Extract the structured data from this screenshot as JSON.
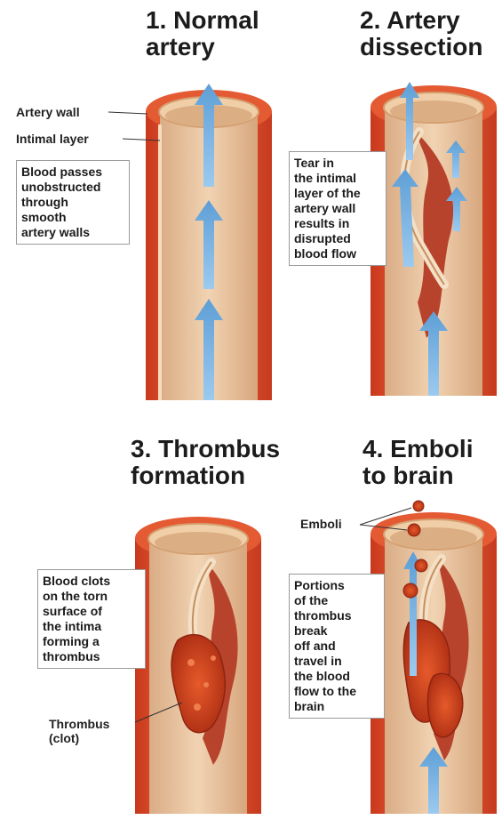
{
  "panels": [
    {
      "number": "1.",
      "title_lines": [
        "Normal",
        "artery"
      ]
    },
    {
      "number": "2.",
      "title_lines": [
        "Artery",
        "dissection"
      ]
    },
    {
      "number": "3.",
      "title_lines": [
        "Thrombus",
        "formation"
      ]
    },
    {
      "number": "4.",
      "title_lines": [
        "Emboli",
        "to brain"
      ]
    }
  ],
  "labels": {
    "artery_wall": "Artery wall",
    "intimal_layer": "Intimal layer",
    "emboli": "Emboli",
    "thrombus_lines": [
      "Thrombus",
      "(clot)"
    ]
  },
  "boxes": {
    "normal": [
      "Blood passes",
      "unobstructed",
      "through",
      "smooth",
      "artery walls"
    ],
    "dissection": [
      "Tear in",
      "the  intimal",
      "layer of the",
      "artery wall",
      "results in",
      "disrupted",
      "blood flow"
    ],
    "thrombus": [
      "Blood clots",
      "on the torn",
      "surface of",
      "the intima",
      "forming a",
      "thrombus"
    ],
    "emboli": [
      "Portions",
      "of the",
      "thrombus",
      "break",
      "off and",
      "travel in",
      "the blood",
      "flow to the",
      "brain"
    ]
  },
  "colors": {
    "artery_outer": "#e2572f",
    "artery_inner_wall": "#f0c89a",
    "lumen": "#e9c7a3",
    "tear": "#b8432c",
    "clot": "#c83a1c",
    "flow_arrow": "#7ab6e2"
  }
}
